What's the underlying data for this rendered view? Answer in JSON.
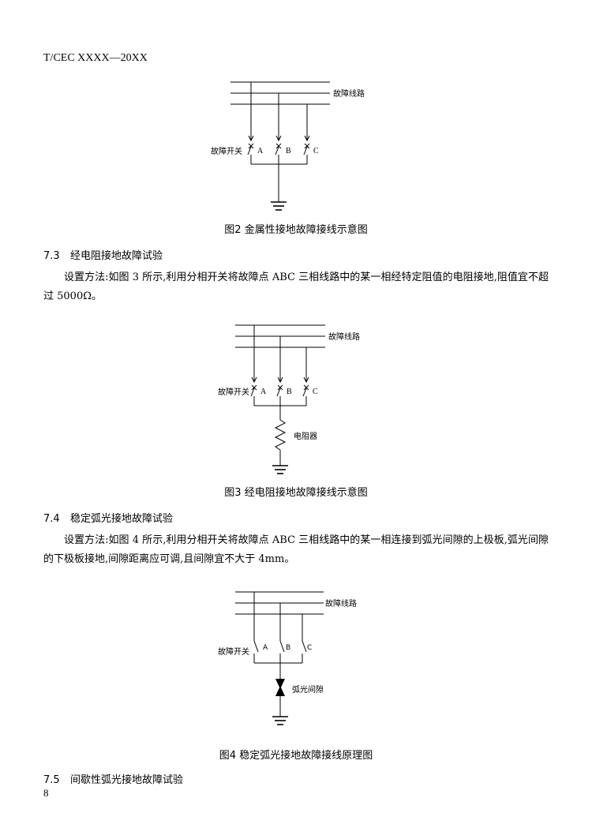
{
  "header": {
    "code": "T/CEC XXXX—20XX"
  },
  "figure2": {
    "line_label": "故障线路",
    "switch_label": "故障开关",
    "phase_a": "A",
    "phase_b": "B",
    "phase_c": "C",
    "caption": "图2 金属性接地故障接线示意图"
  },
  "section_7_3": {
    "number": "7.3",
    "title": "经电阻接地故障试验",
    "paragraph": "设置方法:如图 3 所示,利用分相开关将故障点 ABC 三相线路中的某一相经特定阻值的电阻接地,阻值宜不超过 5000Ω。"
  },
  "figure3": {
    "line_label": "故障线路",
    "switch_label": "故障开关",
    "phase_a": "A",
    "phase_b": "B",
    "phase_c": "C",
    "resistor_label": "电阻器",
    "caption": "图3 经电阻接地故障接线示意图"
  },
  "section_7_4": {
    "number": "7.4",
    "title": "稳定弧光接地故障试验",
    "paragraph": "设置方法:如图 4 所示,利用分相开关将故障点 ABC 三相线路中的某一相连接到弧光间隙的上极板,弧光间隙的下极板接地,间隙距离应可调,且间隙宜不大于 4mm。"
  },
  "figure4": {
    "line_label": "故障线路",
    "switch_label": "故障开关",
    "phase_a": "A",
    "phase_b": "B",
    "phase_c": "C",
    "gap_label": "弧光间隙",
    "caption": "图4 稳定弧光接地故障接线原理图"
  },
  "section_7_5": {
    "number": "7.5",
    "title": "间歇性弧光接地故障试验"
  },
  "footer": {
    "page_number": "8"
  }
}
